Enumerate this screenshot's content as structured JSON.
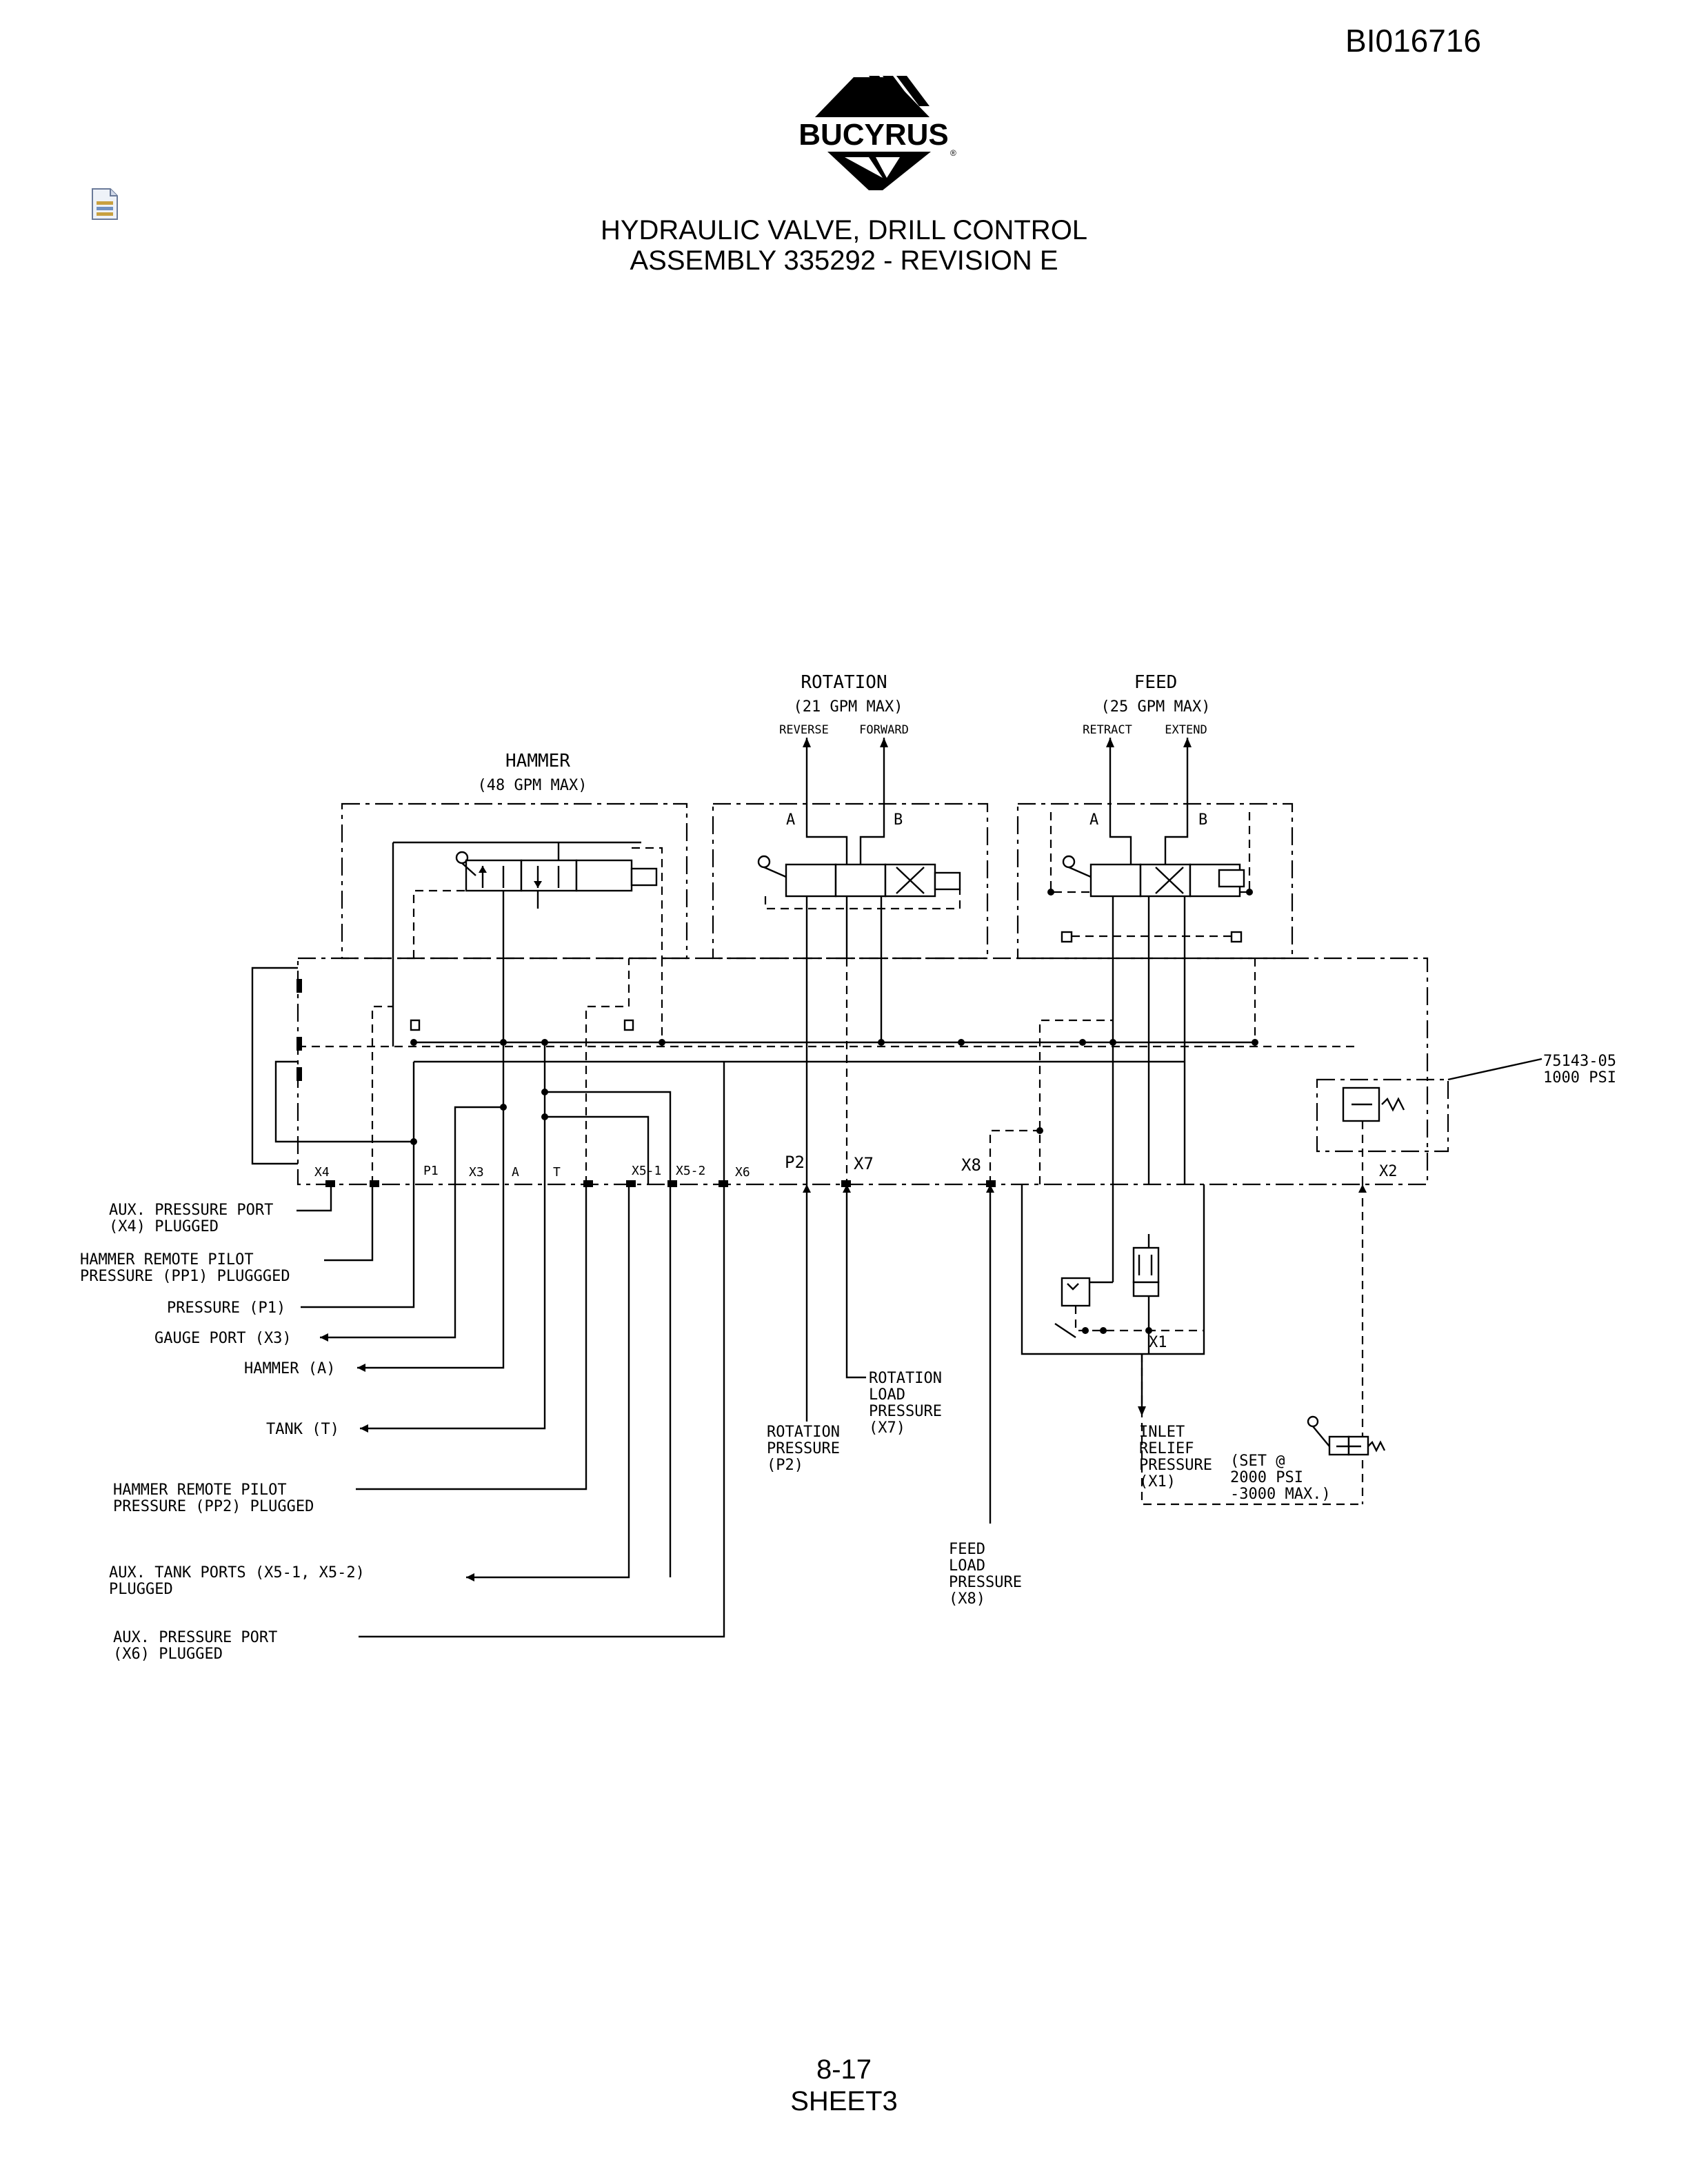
{
  "header": {
    "doc_id": "BI016716",
    "brand": "BUCYRUS",
    "title_line1": "HYDRAULIC VALVE, DRILL CONTROL",
    "title_line2": "ASSEMBLY 335292 - REVISION E"
  },
  "footer": {
    "page_number": "8-17",
    "sheet": "SHEET3"
  },
  "sections": {
    "hammer": {
      "name": "HAMMER",
      "flow": "(48 GPM MAX)"
    },
    "rotation": {
      "name": "ROTATION",
      "flow": "(21 GPM MAX)",
      "left": "REVERSE",
      "right": "FORWARD",
      "port_a": "A",
      "port_b": "B"
    },
    "feed": {
      "name": "FEED",
      "flow": "(25 GPM MAX)",
      "left": "RETRACT",
      "right": "EXTEND",
      "port_a": "A",
      "port_b": "B"
    }
  },
  "relief_note": {
    "line1": "75143-05",
    "line2": "1000 PSI"
  },
  "ports": {
    "x4": "X4",
    "p1": "P1",
    "x3": "X3",
    "a": "A",
    "t": "T",
    "x5_1": "X5-1",
    "x5_2": "X5-2",
    "x6": "X6",
    "p2": "P2",
    "x7": "X7",
    "x8": "X8",
    "x2": "X2",
    "x1": "X1"
  },
  "left_labels": {
    "aux_x4": [
      "AUX. PRESSURE PORT",
      "(X4) PLUGGED"
    ],
    "pp1": [
      "HAMMER REMOTE PILOT",
      "PRESSURE (PP1) PLUGGGED"
    ],
    "p1": [
      "PRESSURE (P1)"
    ],
    "x3": [
      "GAUGE PORT (X3)"
    ],
    "hammer_a": [
      "HAMMER (A)"
    ],
    "tank": [
      "TANK (T)"
    ],
    "pp2": [
      "HAMMER REMOTE PILOT",
      "PRESSURE (PP2) PLUGGED"
    ],
    "aux_tank": [
      "AUX. TANK PORTS (X5-1, X5-2)",
      "PLUGGED"
    ],
    "aux_x6": [
      "AUX. PRESSURE PORT",
      "(X6) PLUGGED"
    ]
  },
  "bottom_labels": {
    "rotation_load": [
      "ROTATION",
      "LOAD",
      "PRESSURE",
      "(X7)"
    ],
    "rotation_pressure": [
      "ROTATION",
      "PRESSURE",
      "(P2)"
    ],
    "inlet_relief": [
      "INLET",
      "RELIEF",
      "PRESSURE",
      "(X1)"
    ],
    "inlet_set": [
      "(SET @",
      "2000 PSI",
      "-3000 MAX.)"
    ],
    "feed_load": [
      "FEED",
      "LOAD",
      "PRESSURE",
      "(X8)"
    ]
  }
}
